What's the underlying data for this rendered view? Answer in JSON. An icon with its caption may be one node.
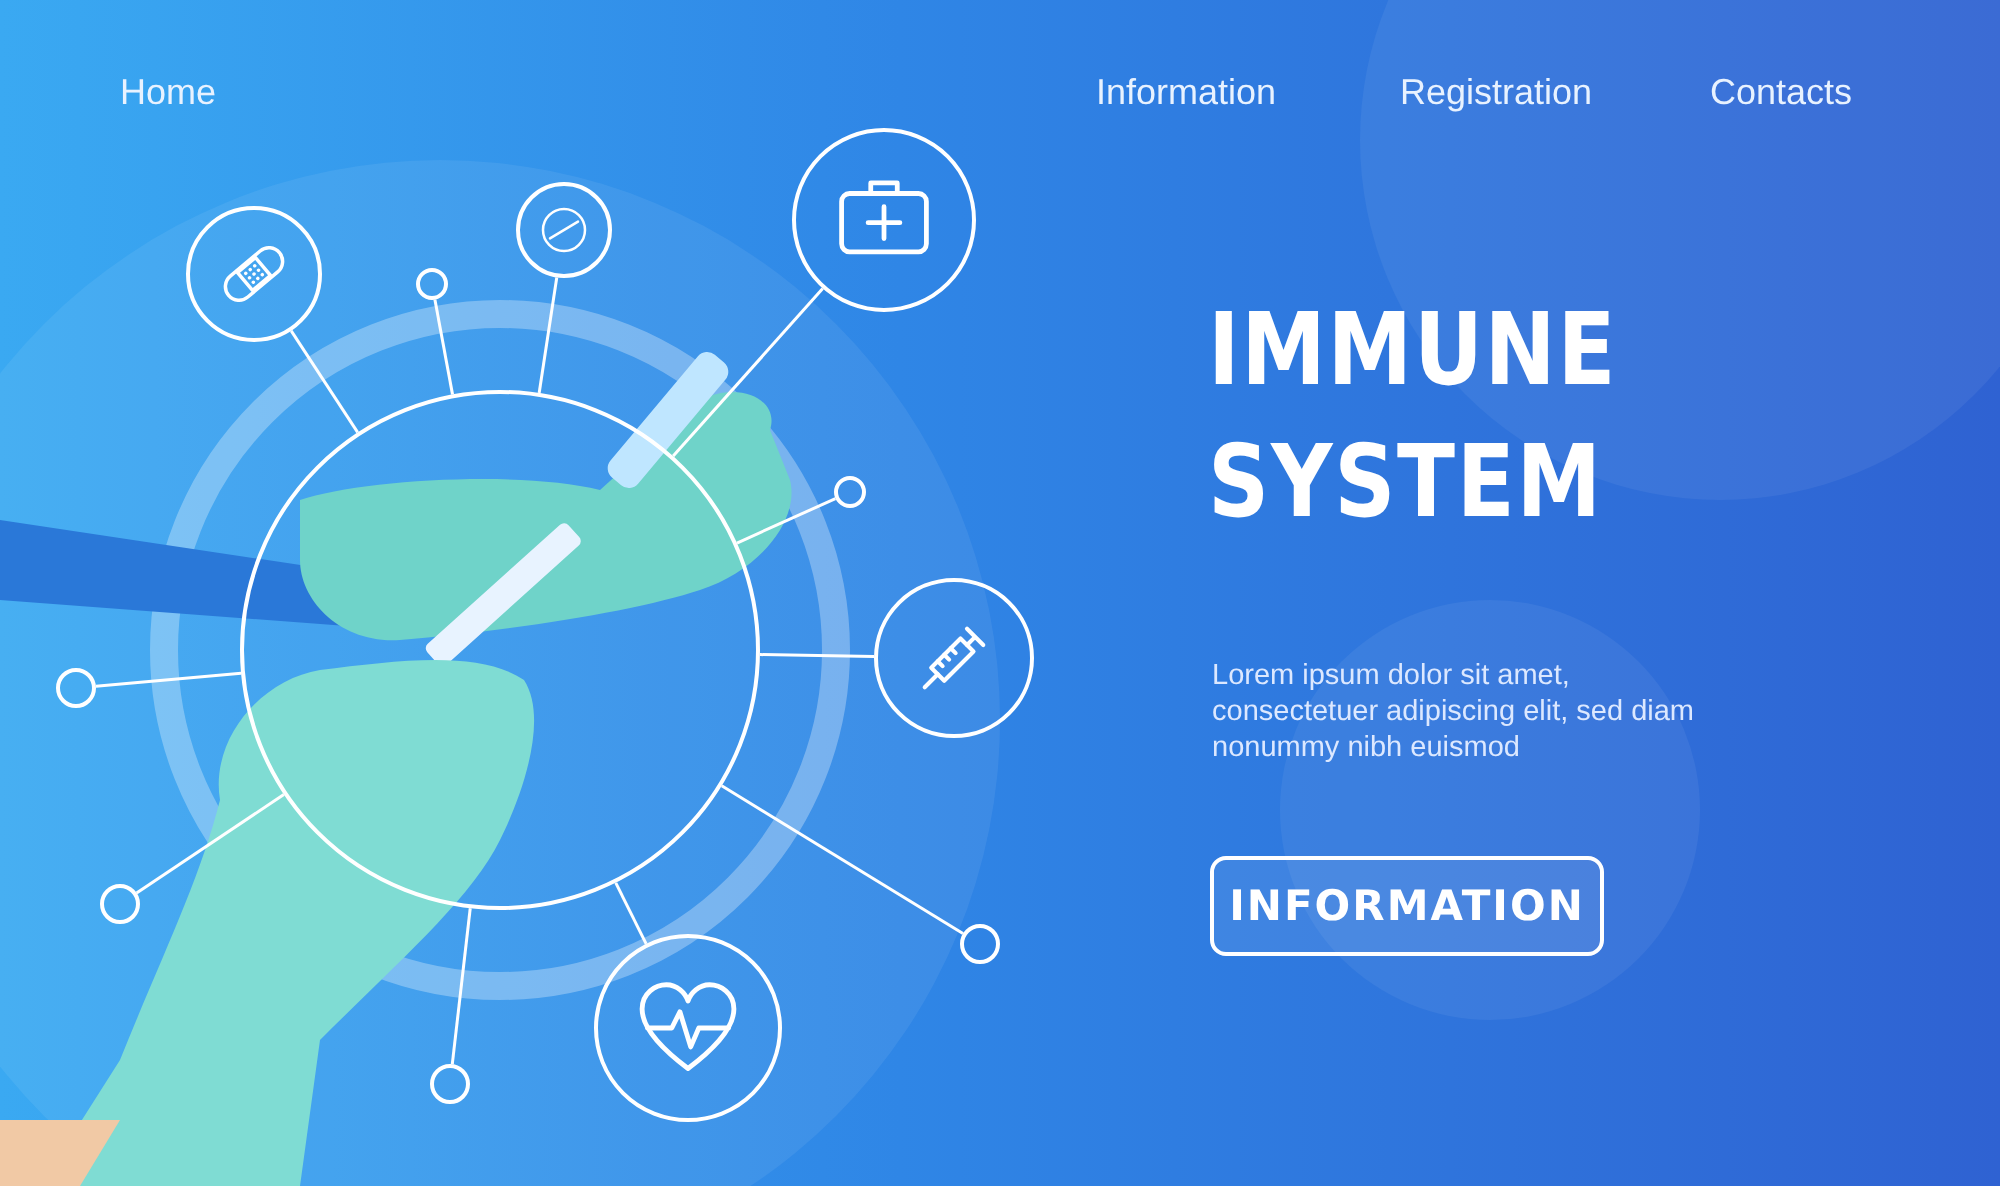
{
  "diagram": {
    "title": "IMMUNE SYSTEM",
    "nodes": [
      {
        "text": [],
        "shape": "circle"
      },
      {
        "text": [],
        "shape": "circle"
      },
      {
        "text": [],
        "shape": "circle"
      },
      {
        "text": [],
        "shape": "circle"
      },
      {
        "text": [],
        "shape": "circle"
      },
      {
        "text": [],
        "shape": "circle"
      },
      {
        "text": [],
        "shape": "circle"
      },
      {
        "text": [],
        "shape": "circle"
      },
      {
        "text": [],
        "shape": "circle"
      },
      {
        "text": [],
        "shape": "circle"
      },
      {
        "text": [],
        "shape": "circle"
      },
      {
        "text": [],
        "shape": "circle"
      }
    ],
    "edges": [
      {
        "from": 0,
        "to": 1,
        "arrow": "none"
      },
      {
        "from": 0,
        "to": 2,
        "arrow": "none"
      },
      {
        "from": 0,
        "to": 3,
        "arrow": "none"
      },
      {
        "from": 0,
        "to": 4,
        "arrow": "none"
      },
      {
        "from": 0,
        "to": 5,
        "arrow": "none"
      },
      {
        "from": 0,
        "to": 6,
        "arrow": "none"
      },
      {
        "from": 0,
        "to": 7,
        "arrow": "none"
      },
      {
        "from": 0,
        "to": 8,
        "arrow": "none"
      },
      {
        "from": 0,
        "to": 9,
        "arrow": "none"
      },
      {
        "from": 0,
        "to": 10,
        "arrow": "none"
      },
      {
        "from": 0,
        "to": 11,
        "arrow": "none"
      }
    ],
    "labels": [
      "Home",
      "Information",
      "Registration",
      "Contacts",
      "Lorem ipsum dolor sit amet, consectetuer adipiscing elit, sed diam nonummy nibh euismod",
      "INFORMATION"
    ]
  }
}
